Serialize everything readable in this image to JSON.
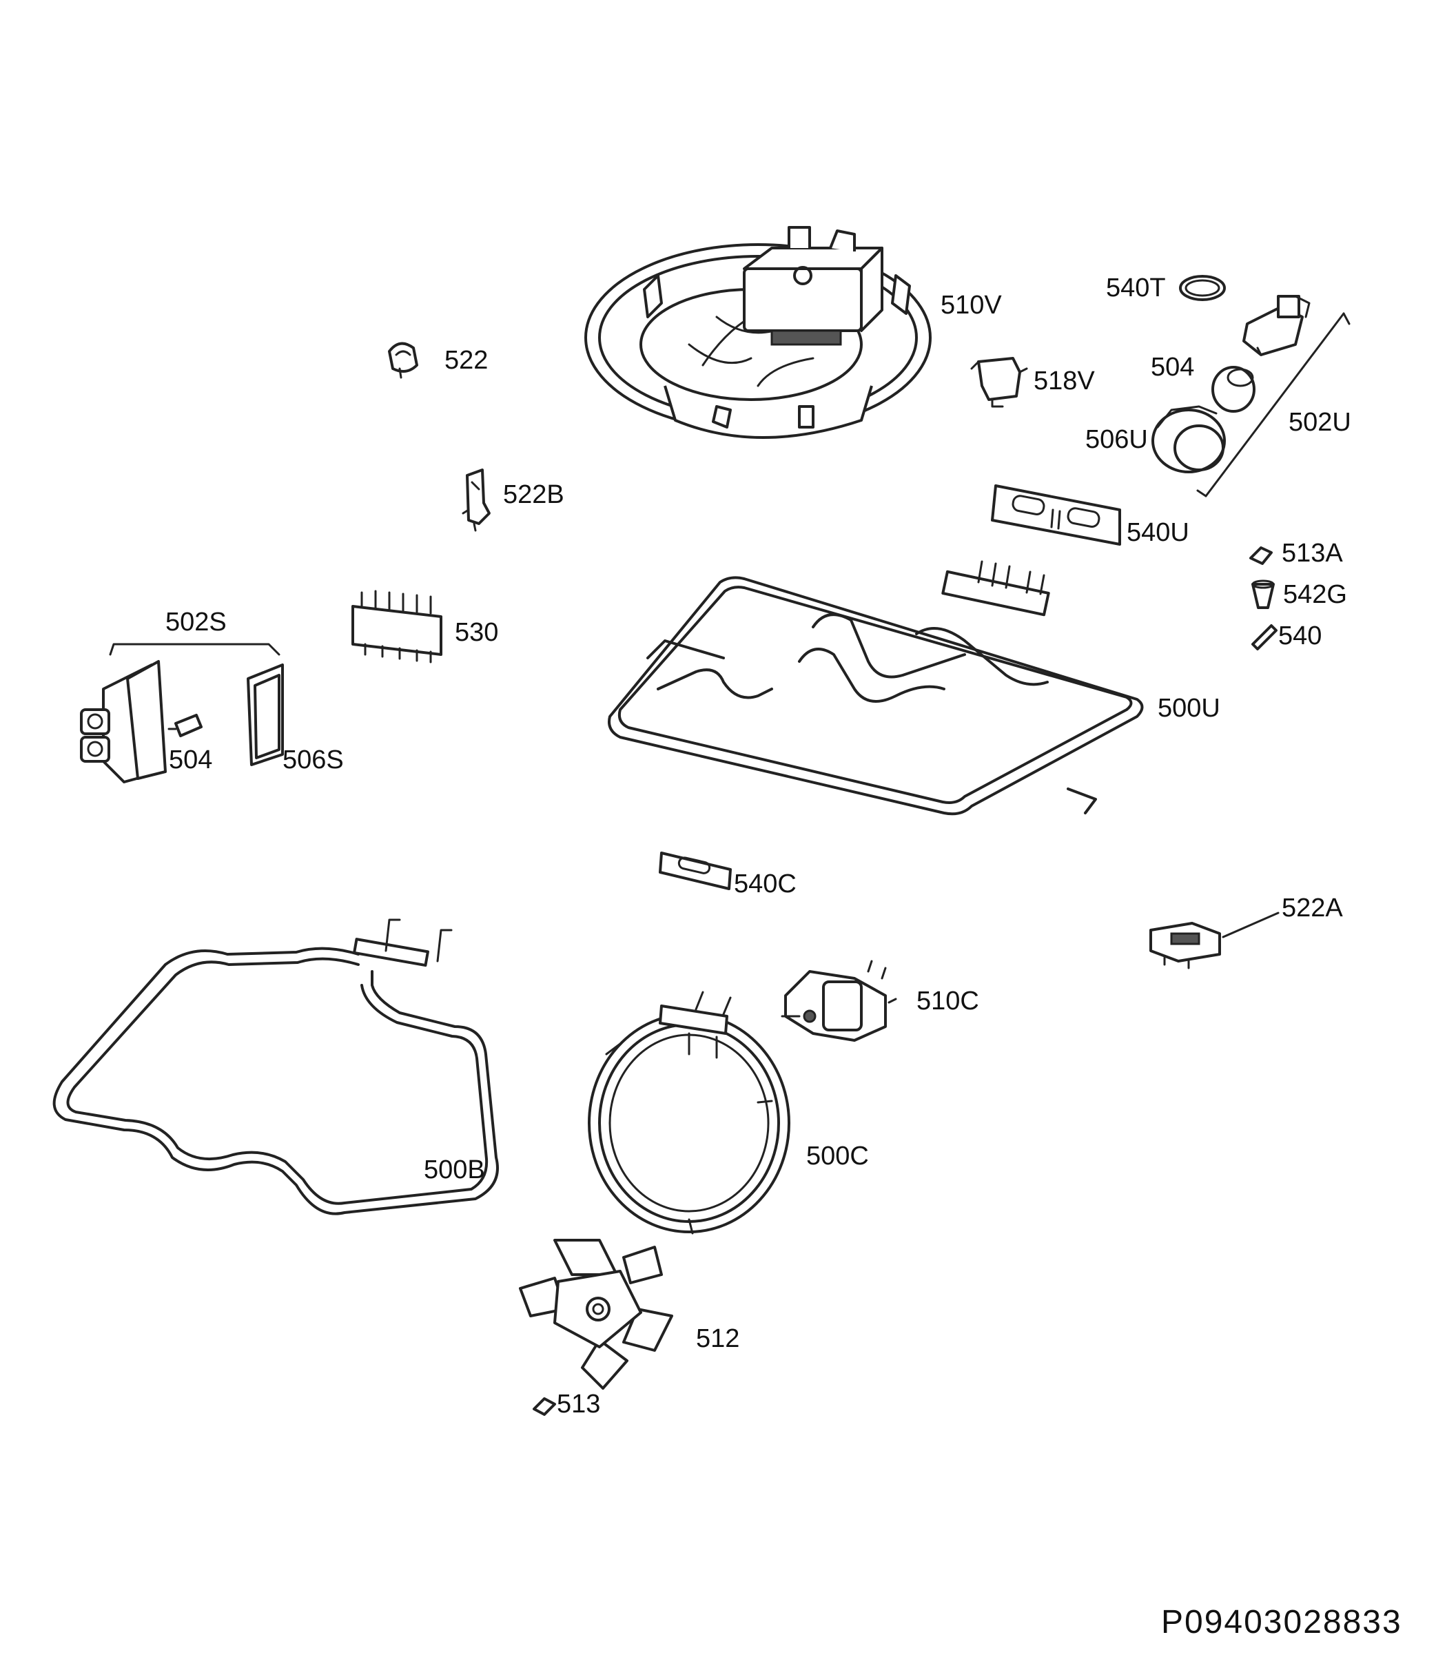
{
  "labels": {
    "l_510V": "510V",
    "l_540T": "540T",
    "l_522": "522",
    "l_518V": "518V",
    "l_504_top": "504",
    "l_502U": "502U",
    "l_506U": "506U",
    "l_522B": "522B",
    "l_540U": "540U",
    "l_513A": "513A",
    "l_542G": "542G",
    "l_540": "540",
    "l_530": "530",
    "l_502S": "502S",
    "l_500U": "500U",
    "l_504_left": "504",
    "l_506S": "506S",
    "l_540C": "540C",
    "l_522A": "522A",
    "l_510C": "510C",
    "l_500B": "500B",
    "l_500C": "500C",
    "l_512": "512",
    "l_513": "513"
  },
  "drawing_code": "P09403028833"
}
